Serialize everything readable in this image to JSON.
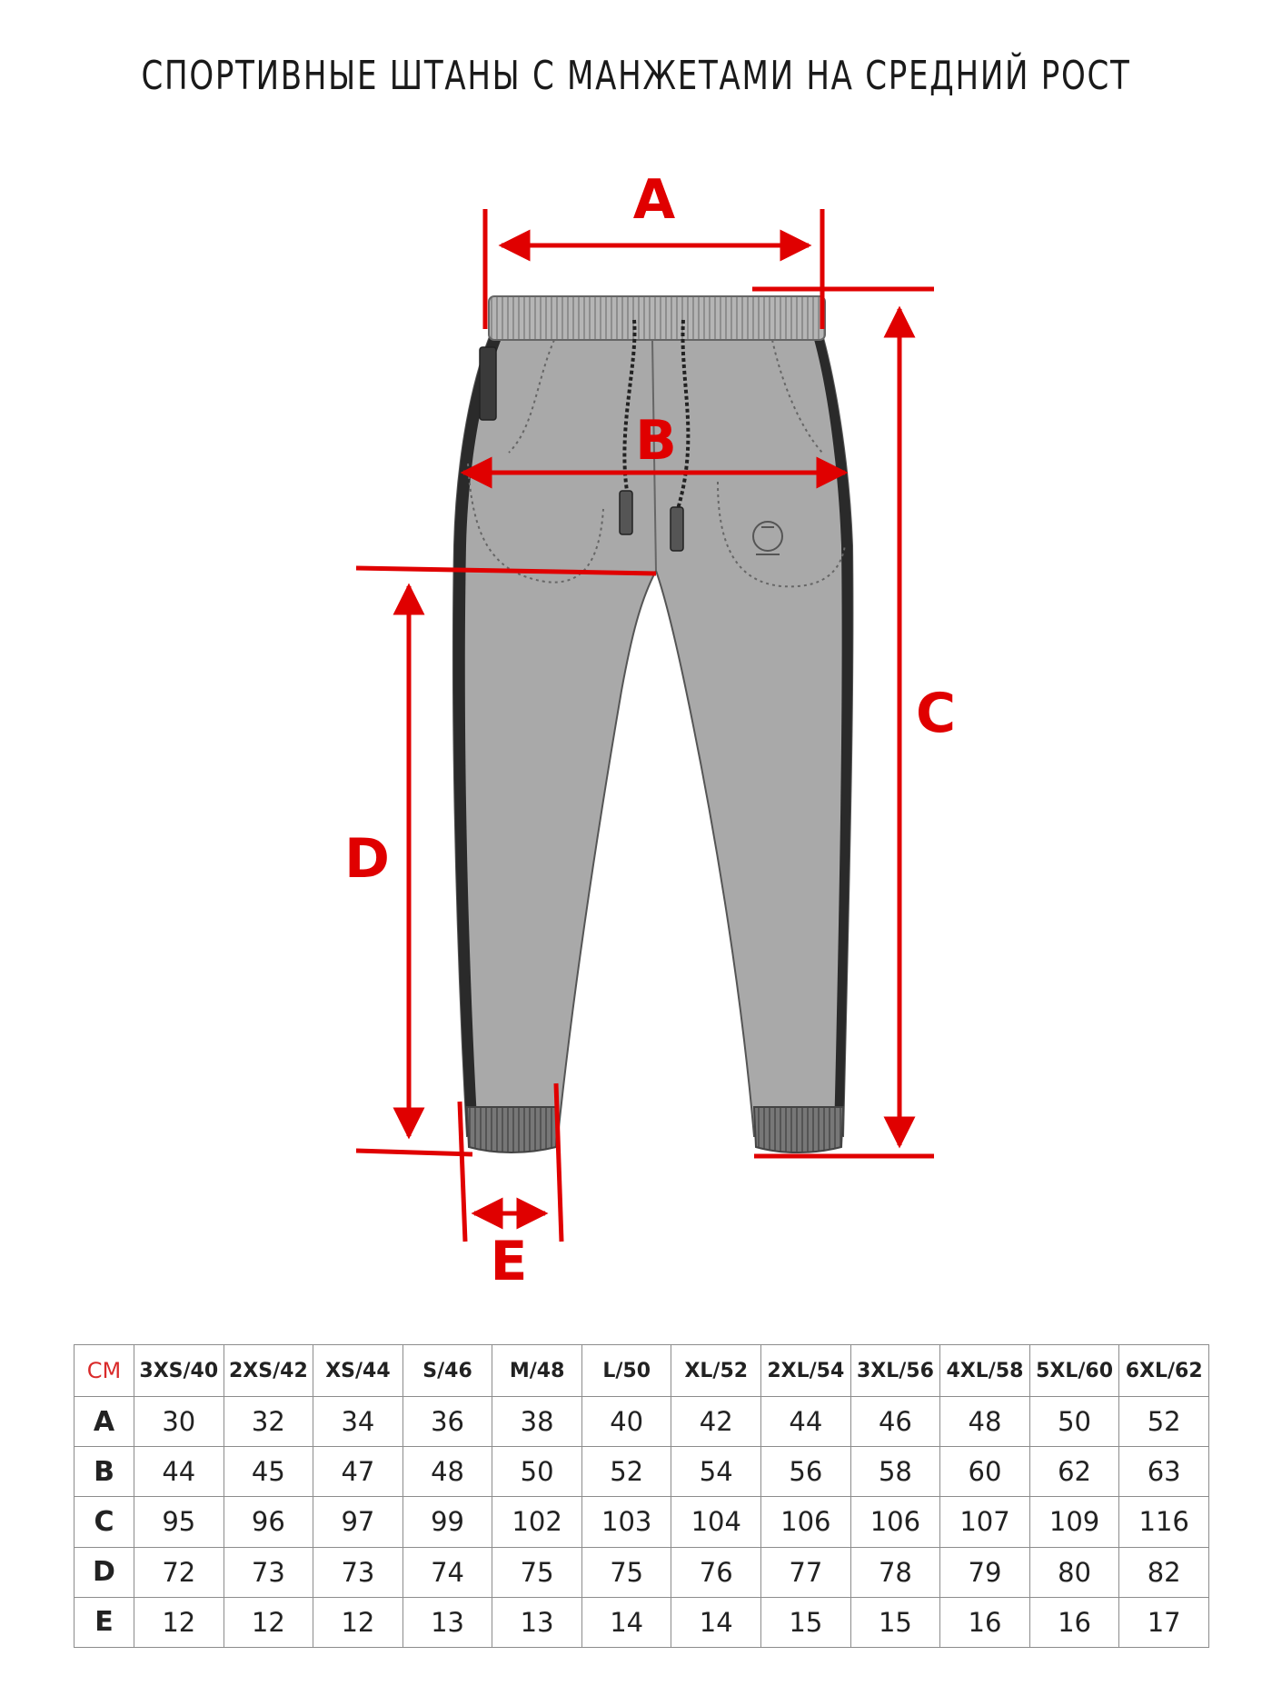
{
  "title": "СПОРТИВНЫЕ ШТАНЫ С МАНЖЕТАМИ НА СРЕДНИЙ РОСТ",
  "diagram": {
    "labels": {
      "a": "A",
      "b": "B",
      "c": "C",
      "d": "D",
      "e": "E"
    },
    "colors": {
      "dimension": "#e00000",
      "garment": "#a9a9a9",
      "stripe": "#2a2a2a"
    }
  },
  "table": {
    "unit": "СМ",
    "sizes": [
      "3XS/40",
      "2XS/42",
      "XS/44",
      "S/46",
      "M/48",
      "L/50",
      "XL/52",
      "2XL/54",
      "3XL/56",
      "4XL/58",
      "5XL/60",
      "6XL/62"
    ],
    "rows": [
      {
        "label": "A",
        "values": [
          "30",
          "32",
          "34",
          "36",
          "38",
          "40",
          "42",
          "44",
          "46",
          "48",
          "50",
          "52"
        ]
      },
      {
        "label": "B",
        "values": [
          "44",
          "45",
          "47",
          "48",
          "50",
          "52",
          "54",
          "56",
          "58",
          "60",
          "62",
          "63"
        ]
      },
      {
        "label": "C",
        "values": [
          "95",
          "96",
          "97",
          "99",
          "102",
          "103",
          "104",
          "106",
          "106",
          "107",
          "109",
          "116"
        ]
      },
      {
        "label": "D",
        "values": [
          "72",
          "73",
          "73",
          "74",
          "75",
          "75",
          "76",
          "77",
          "78",
          "79",
          "80",
          "82"
        ]
      },
      {
        "label": "E",
        "values": [
          "12",
          "12",
          "12",
          "13",
          "13",
          "14",
          "14",
          "15",
          "15",
          "16",
          "16",
          "17"
        ]
      }
    ]
  }
}
